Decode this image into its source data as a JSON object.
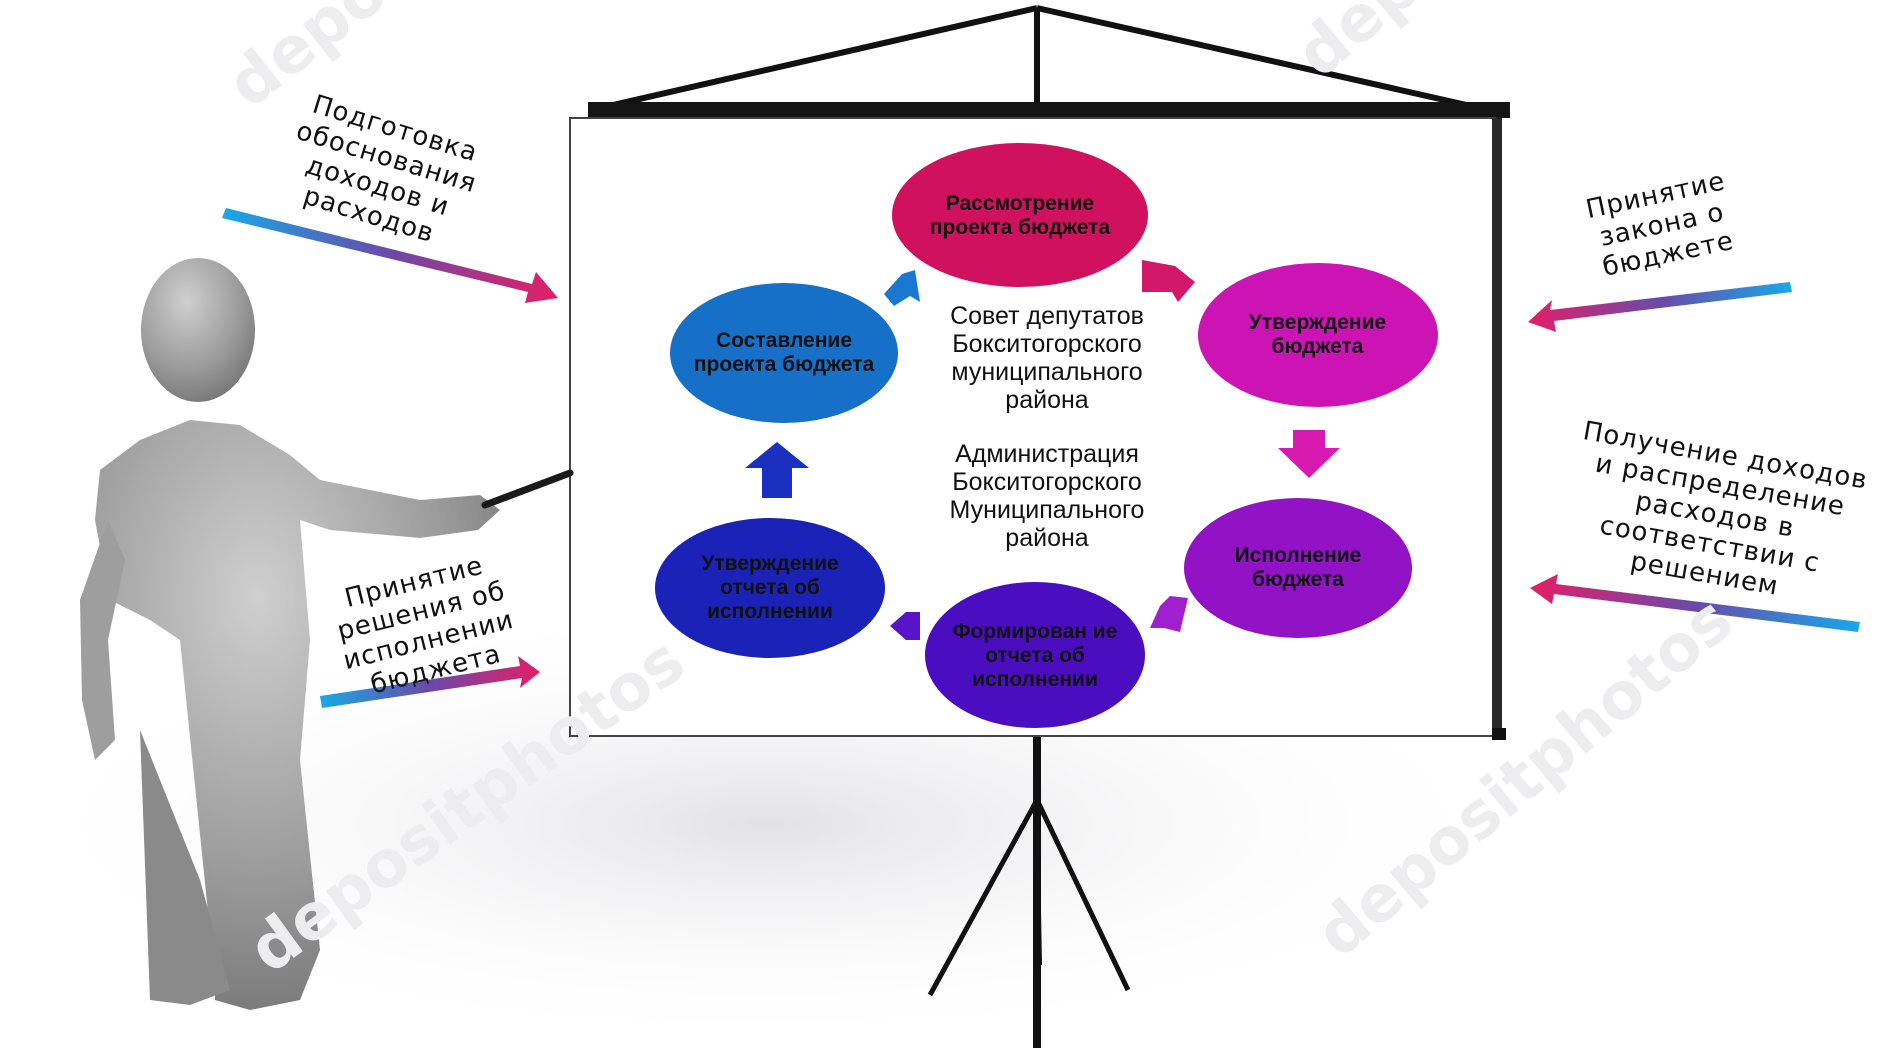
{
  "nodes": {
    "review": "Рассмотрение проекта бюджета",
    "approve": "Утверждение бюджета",
    "execute": "Исполнение бюджета",
    "report_form": "Формирован ие отчета об исполнении",
    "report_approve": "Утверждение отчета об исполнении",
    "compose": "Составление проекта бюджета"
  },
  "center": {
    "council": "Совет депутатов Бокситогорского муниципального района",
    "administration": "Администрация Бокситогорского Муниципального района"
  },
  "side_labels": {
    "prep": "Подготовка обоснования доходов и расходов",
    "law": "Принятие закона о бюджете",
    "income": "Получение доходов и распределение расходов в соответствии с решением",
    "decision": "Принятие решения об исполнении бюджета"
  },
  "watermark": "depositphotos",
  "colors": {
    "review": "#d0125e",
    "approve": "#cc14b4",
    "execute": "#9212c6",
    "report_form": "#4a0dc0",
    "report_approve": "#1a22b8",
    "compose": "#1670c8",
    "gradient_blue": "#1aa0e0",
    "gradient_pink": "#e0206a"
  }
}
